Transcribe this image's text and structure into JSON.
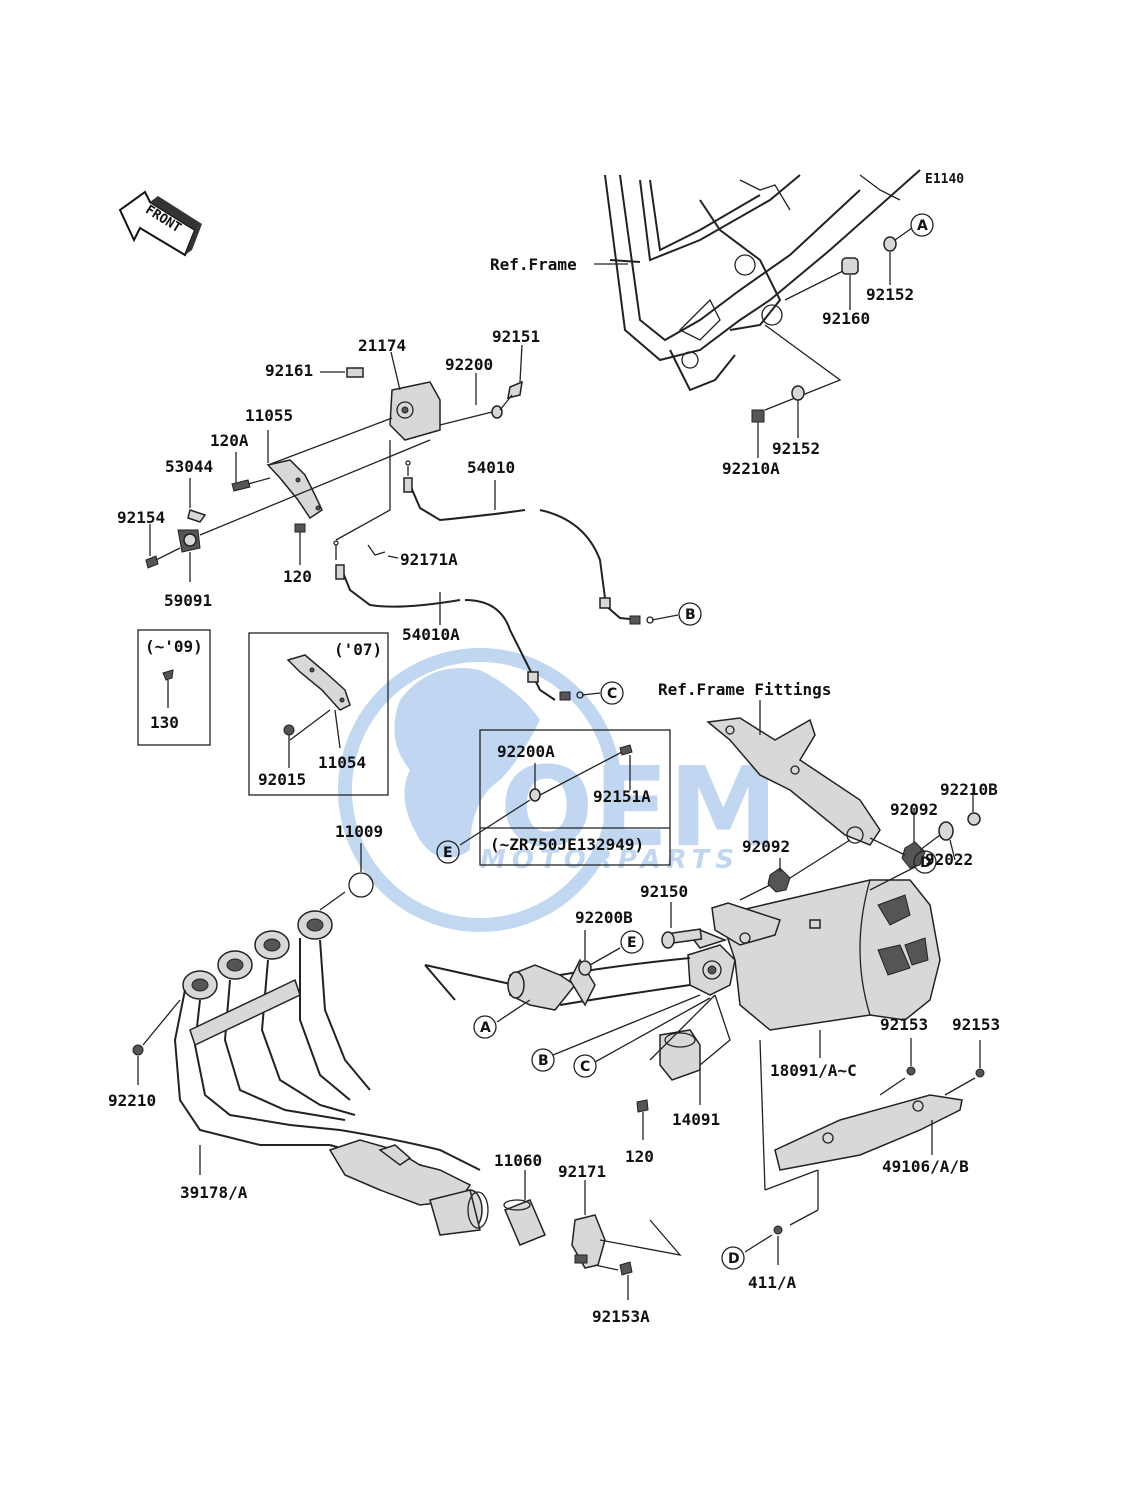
{
  "diagram_code": "E1140",
  "front_label": "FRONT",
  "watermark": {
    "brand": "OEM",
    "sub": "MOTORPARTS",
    "color": "#8fb8e6"
  },
  "ref_labels": {
    "frame": "Ref.Frame",
    "fittings": "Ref.Frame Fittings"
  },
  "boxes": {
    "to09": {
      "title": "(~'09)",
      "part": "130"
    },
    "y07": {
      "title": "('07)",
      "part_a": "11054",
      "part_b": "92015"
    },
    "serial": {
      "part_a": "92200A",
      "part_b": "92151A",
      "note": "(~ZR750JE132949)"
    }
  },
  "callouts": [
    "A",
    "B",
    "C",
    "D",
    "E"
  ],
  "parts": {
    "p92161": "92161",
    "p21174": "21174",
    "p92200": "92200",
    "p92151": "92151",
    "p11055": "11055",
    "p120A": "120A",
    "p53044": "53044",
    "p92154": "92154",
    "p59091": "59091",
    "p120a": "120",
    "p54010": "54010",
    "p92171A": "92171A",
    "p54010A": "54010A",
    "p92152a": "92152",
    "p92160": "92160",
    "p92152b": "92152",
    "p92210A": "92210A",
    "p92210B": "92210B",
    "p92092a": "92092",
    "p92022": "92022",
    "p92092b": "92092",
    "p11009": "11009",
    "p92150": "92150",
    "p92200B": "92200B",
    "p18091": "18091/A~C",
    "p92153a": "92153",
    "p92153b": "92153",
    "p14091": "14091",
    "p120b": "120",
    "p49106": "49106/A/B",
    "p92210": "92210",
    "p39178": "39178/A",
    "p11060": "11060",
    "p92171": "92171",
    "p92153A": "92153A",
    "p411": "411/A"
  }
}
